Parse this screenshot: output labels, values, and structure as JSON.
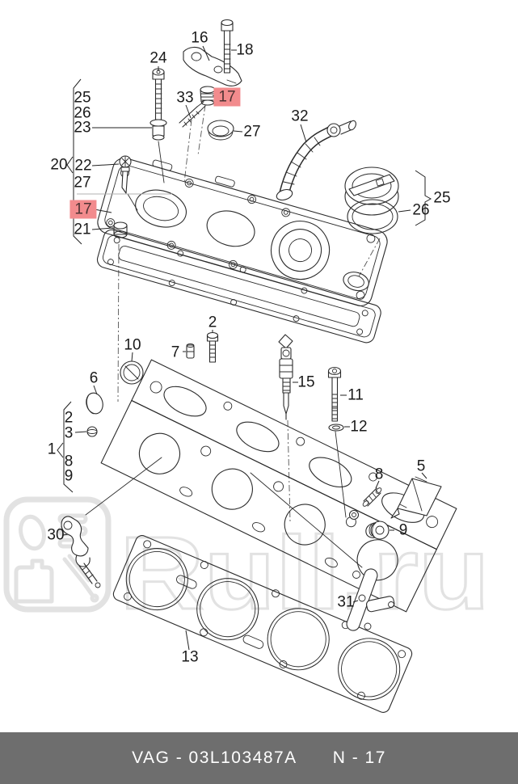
{
  "watermark": {
    "text": "Rull.ru"
  },
  "footer": {
    "brand_part": "VAG - 03L103487A",
    "sheet": "N - 17"
  },
  "colors": {
    "highlight_badge": "#f28b8d",
    "line_art": "#2b2b2b",
    "watermark": "#e2e2e2",
    "footer_bg": "#6e6e6e",
    "footer_text": "#ffffff"
  },
  "callouts": {
    "c16": "16",
    "c18": "18",
    "c24": "24",
    "c33": "33",
    "c17_top": "17",
    "c27_top": "27",
    "c32": "32",
    "c25_left": "25",
    "c26_left": "26",
    "c23": "23",
    "c20": "20",
    "c22": "22",
    "c27_left": "27",
    "c17_left": "17",
    "c21": "21",
    "c25_right": "25",
    "c26_right": "26",
    "c10": "10",
    "c7": "7",
    "c2_mid": "2",
    "c15": "15",
    "c11": "11",
    "c12": "12",
    "c6": "6",
    "c2_grp": "2",
    "c3": "3",
    "c1": "1",
    "c8_grp": "8",
    "c9_grp": "9",
    "c30": "30",
    "c8_right": "8",
    "c5": "5",
    "c9_right": "9",
    "c31": "31",
    "c13": "13"
  }
}
